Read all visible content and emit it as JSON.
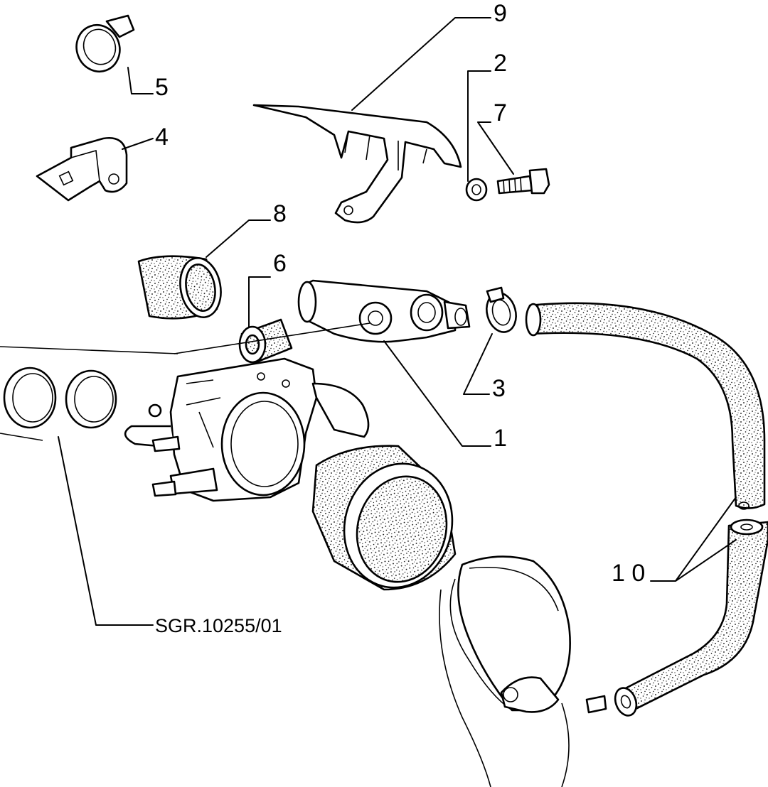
{
  "callouts": [
    {
      "id": "1",
      "label": "1"
    },
    {
      "id": "2",
      "label": "2"
    },
    {
      "id": "3",
      "label": "3"
    },
    {
      "id": "4",
      "label": "4"
    },
    {
      "id": "5",
      "label": "5"
    },
    {
      "id": "6",
      "label": "6"
    },
    {
      "id": "7",
      "label": "7"
    },
    {
      "id": "8",
      "label": "8"
    },
    {
      "id": "9",
      "label": "9"
    },
    {
      "id": "10",
      "label": "1 0"
    }
  ],
  "reference": "SGR.10255/01"
}
